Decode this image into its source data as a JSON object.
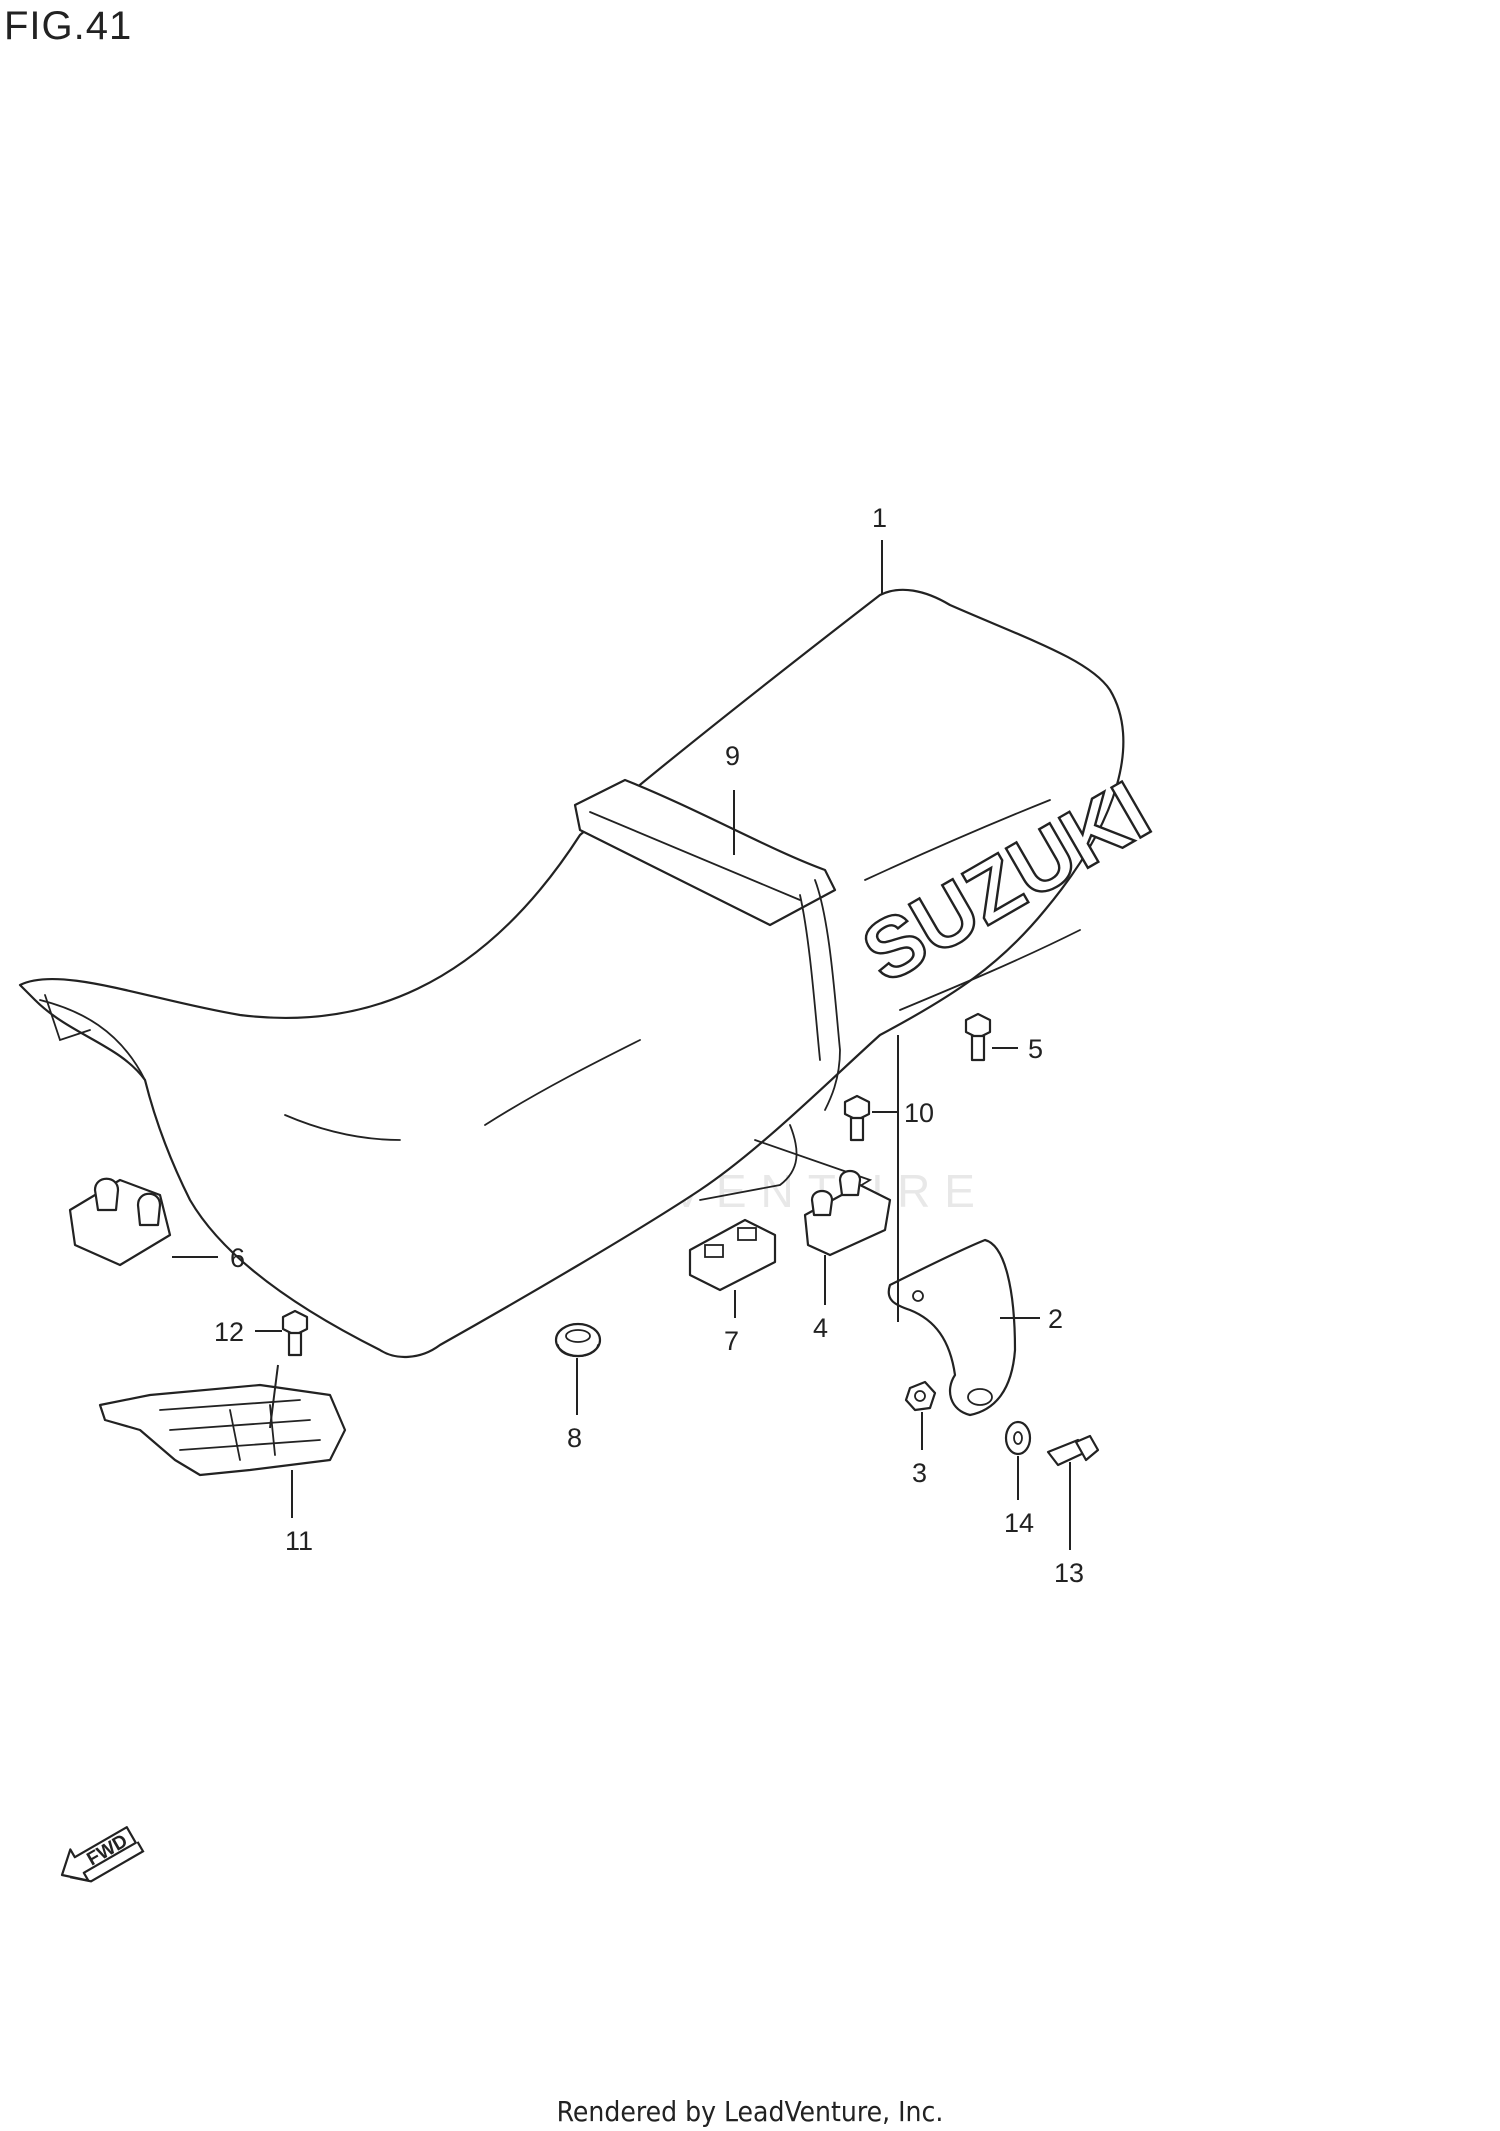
{
  "figure": {
    "title": "FIG.41",
    "brand_text": "SUZUKI",
    "fwd_text": "FWD",
    "watermark_text": "LEADVENTURE",
    "footer": "Rendered by LeadVenture, Inc."
  },
  "callouts": [
    {
      "id": "1",
      "label": "1"
    },
    {
      "id": "2",
      "label": "2"
    },
    {
      "id": "3",
      "label": "3"
    },
    {
      "id": "4",
      "label": "4"
    },
    {
      "id": "5",
      "label": "5"
    },
    {
      "id": "6",
      "label": "6"
    },
    {
      "id": "7",
      "label": "7"
    },
    {
      "id": "8",
      "label": "8"
    },
    {
      "id": "9",
      "label": "9"
    },
    {
      "id": "10",
      "label": "10"
    },
    {
      "id": "11",
      "label": "11"
    },
    {
      "id": "12",
      "label": "12"
    },
    {
      "id": "13",
      "label": "13"
    },
    {
      "id": "14",
      "label": "14"
    }
  ]
}
